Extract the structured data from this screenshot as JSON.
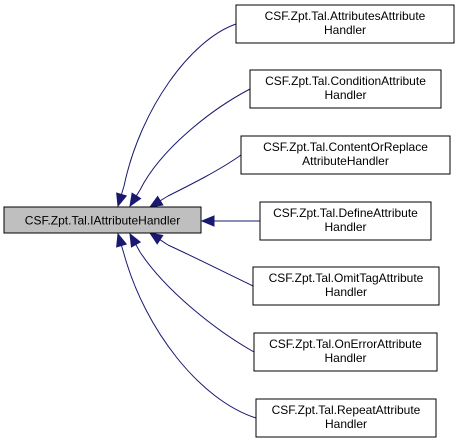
{
  "diagram": {
    "root": {
      "label": "CSF.Zpt.Tal.IAttributeHandler",
      "fill": "#bfbfbf"
    },
    "children": [
      {
        "lines": [
          "CSF.Zpt.Tal.AttributesAttribute",
          "Handler"
        ]
      },
      {
        "lines": [
          "CSF.Zpt.Tal.ConditionAttribute",
          "Handler"
        ]
      },
      {
        "lines": [
          "CSF.Zpt.Tal.ContentOrReplace",
          "AttributeHandler"
        ]
      },
      {
        "lines": [
          "CSF.Zpt.Tal.DefineAttribute",
          "Handler"
        ]
      },
      {
        "lines": [
          "CSF.Zpt.Tal.OmitTagAttribute",
          "Handler"
        ]
      },
      {
        "lines": [
          "CSF.Zpt.Tal.OnErrorAttribute",
          "Handler"
        ]
      },
      {
        "lines": [
          "CSF.Zpt.Tal.RepeatAttribute",
          "Handler"
        ]
      }
    ],
    "colors": {
      "edge": "#191970",
      "child_fill": "#ffffff",
      "border": "#000000"
    }
  }
}
